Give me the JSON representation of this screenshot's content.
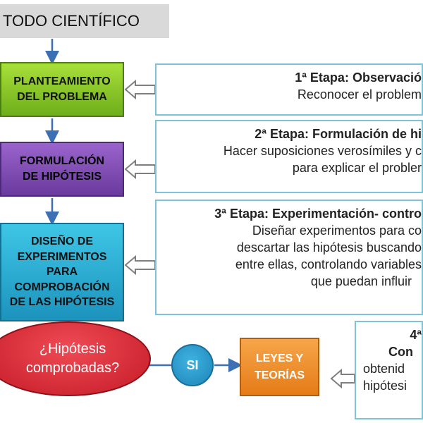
{
  "title": "TODO CIENTÍFICO",
  "steps": [
    {
      "lines": [
        "PLANTEAMIENTO",
        "DEL PROBLEMA"
      ]
    },
    {
      "lines": [
        "FORMULACIÓN",
        "DE HIPÓTESIS"
      ]
    },
    {
      "lines": [
        "DISEÑO DE",
        "EXPERIMENTOS",
        "PARA",
        "COMPROBACIÓN",
        "DE LAS HIPÓTESIS"
      ]
    }
  ],
  "etapas": [
    {
      "heading_prefix": "1ª Etapa",
      "heading_main": ": Observació",
      "lines": [
        "Reconocer el problem"
      ]
    },
    {
      "heading_prefix": "2ª Etapa",
      "heading_main": ": Formulación de hi",
      "lines": [
        "Hacer suposiciones verosímiles y c",
        "para explicar el probler"
      ]
    },
    {
      "heading_prefix": "3ª Etapa: Experimentación- contro",
      "heading_main": "",
      "lines": [
        "Diseñar experimentos para co",
        "descartar las hipótesis buscando",
        "entre ellas, controlando variables",
        "que puedan influir"
      ]
    },
    {
      "heading_prefix": "4ª",
      "heading_main": "Con",
      "lines": [
        "obtenid",
        "hipótesi"
      ]
    }
  ],
  "decision": {
    "lines": [
      "¿Hipótesis",
      "comprobadas?"
    ]
  },
  "yes_label": "SI",
  "leyes": {
    "lines": [
      "LEYES Y",
      "TEORÍAS"
    ]
  },
  "colors": {
    "step1": "#8cc63f",
    "step2": "#7a4bb2",
    "step3": "#29abd6",
    "decision": "#d7212e",
    "yes": "#2a9ad0",
    "leyes": "#f08c28",
    "etapa_border": "#7ec3d9",
    "arrow": "#3d6fb4"
  }
}
